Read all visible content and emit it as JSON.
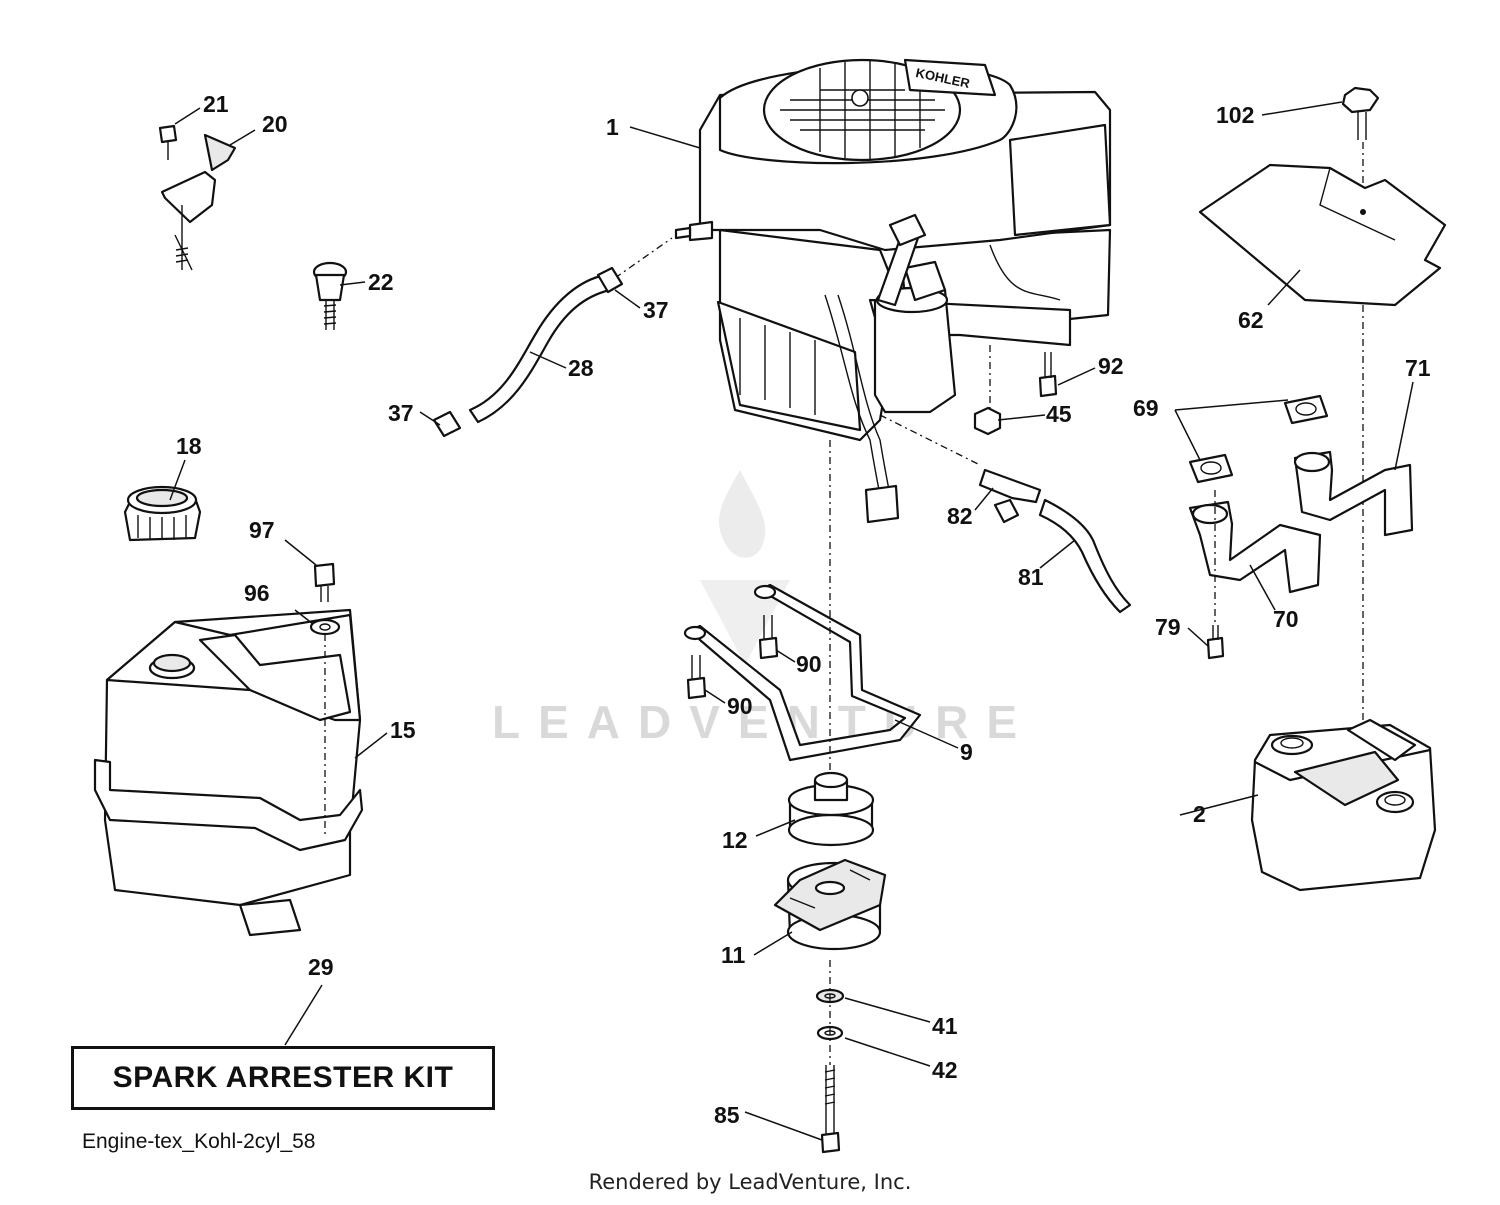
{
  "diagram": {
    "callouts": [
      "1",
      "2",
      "9",
      "11",
      "12",
      "15",
      "18",
      "20",
      "21",
      "22",
      "28",
      "29",
      "37",
      "37",
      "41",
      "42",
      "45",
      "62",
      "69",
      "70",
      "71",
      "79",
      "81",
      "82",
      "85",
      "90",
      "90",
      "92",
      "96",
      "97",
      "102"
    ],
    "kit_label": "SPARK ARRESTER KIT",
    "diagram_code": "Engine-tex_Kohl-2cyl_58",
    "credit": "Rendered by LeadVenture, Inc.",
    "watermark": "LEADVENTURE",
    "engine_brand": "KOHLER"
  }
}
